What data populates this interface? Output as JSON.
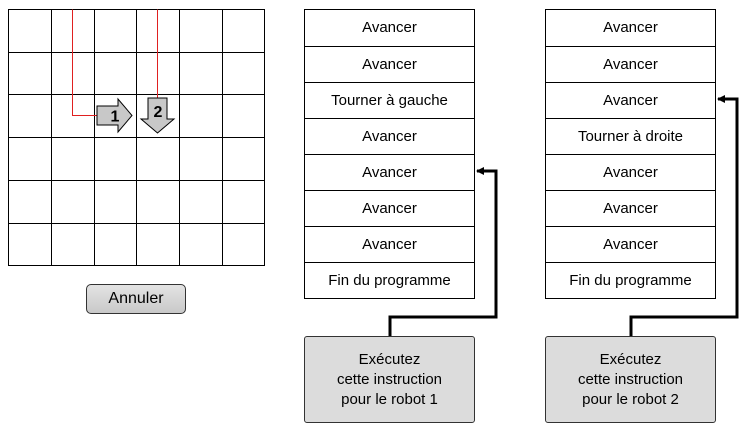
{
  "grid": {
    "columns": 6,
    "rows": 6,
    "robots": [
      {
        "label": "1",
        "direction": "right",
        "trail_color": "#e02020"
      },
      {
        "label": "2",
        "direction": "down",
        "trail_color": "#e02020"
      }
    ]
  },
  "cancel_button": {
    "label": "Annuler"
  },
  "programs": [
    {
      "instructions": [
        "Avancer",
        "Avancer",
        "Tourner à gauche",
        "Avancer",
        "Avancer",
        "Avancer",
        "Avancer",
        "Fin du programme"
      ],
      "current_instruction_number": 5,
      "execute_button": {
        "lines": [
          "Exécutez",
          "cette instruction",
          "pour le robot 1"
        ]
      }
    },
    {
      "instructions": [
        "Avancer",
        "Avancer",
        "Avancer",
        "Tourner à droite",
        "Avancer",
        "Avancer",
        "Avancer",
        "Fin du programme"
      ],
      "current_instruction_number": 3,
      "execute_button": {
        "lines": [
          "Exécutez",
          "cette instruction",
          "pour le robot 2"
        ]
      }
    }
  ],
  "colors": {
    "robot_fill": "#c8c8c8",
    "trail": "#e02020",
    "button_fill": "#dcdcdc"
  }
}
